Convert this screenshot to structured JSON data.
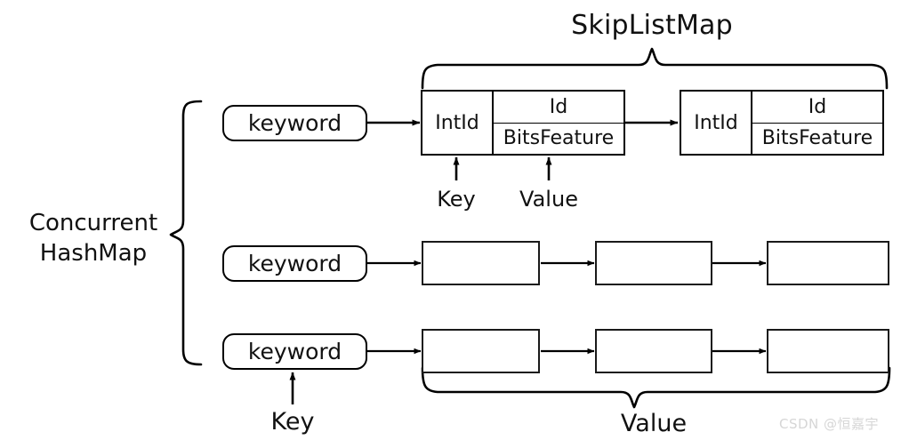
{
  "diagram": {
    "title": "SkipListMap",
    "left_group_label_line1": "Concurrent",
    "left_group_label_line2": "HashMap",
    "bottom_group_label": "Value",
    "row1_key_label": "Key",
    "row1_value_label": "Value",
    "row3_key_label": "Key",
    "colors": {
      "stroke": "#000000",
      "background": "#ffffff",
      "watermark": "#d6d6d6"
    },
    "rows": [
      {
        "keyword_label": "keyword",
        "nodes": [
          {
            "left_cell": "IntId",
            "right_top_cell": "Id",
            "right_bottom_cell": "BitsFeature"
          },
          {
            "left_cell": "IntId",
            "right_top_cell": "Id",
            "right_bottom_cell": "BitsFeature"
          }
        ]
      },
      {
        "keyword_label": "keyword",
        "nodes": [
          {
            "left_cell": "",
            "right_top_cell": "",
            "right_bottom_cell": ""
          },
          {
            "left_cell": "",
            "right_top_cell": "",
            "right_bottom_cell": ""
          },
          {
            "left_cell": "",
            "right_top_cell": "",
            "right_bottom_cell": ""
          }
        ]
      },
      {
        "keyword_label": "keyword",
        "nodes": [
          {
            "left_cell": "",
            "right_top_cell": "",
            "right_bottom_cell": ""
          },
          {
            "left_cell": "",
            "right_top_cell": "",
            "right_bottom_cell": ""
          },
          {
            "left_cell": "",
            "right_top_cell": "",
            "right_bottom_cell": ""
          }
        ]
      }
    ]
  },
  "watermark": {
    "text": "CSDN @恒嘉宇"
  }
}
